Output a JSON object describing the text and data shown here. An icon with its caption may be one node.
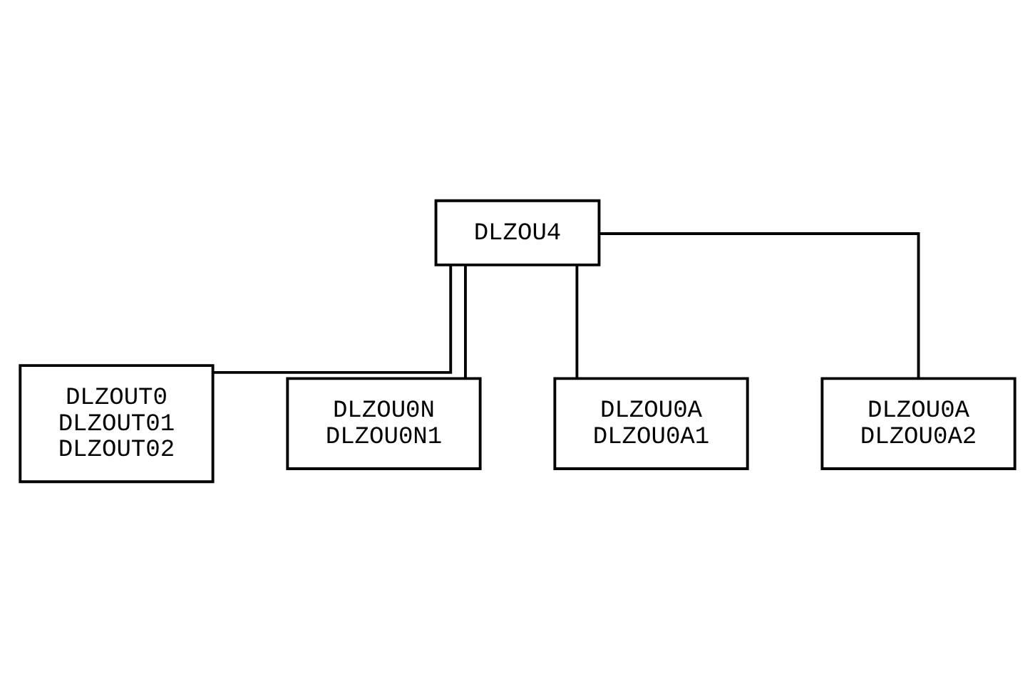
{
  "diagram": {
    "nodes": [
      {
        "text": [
          "DLZOU4"
        ]
      },
      {
        "text": [
          "DLZOUT0",
          "DLZOUT01",
          "DLZOUT02"
        ]
      },
      {
        "text": [
          "DLZOU0N",
          "DLZOU0N1"
        ]
      },
      {
        "text": [
          "DLZOU0A",
          "DLZOU0A1"
        ]
      },
      {
        "text": [
          "DLZOU0A",
          "DLZOU0A2"
        ]
      }
    ],
    "edges": [
      {
        "from": 0,
        "to": 1,
        "arrow": "none"
      },
      {
        "from": 0,
        "to": 2,
        "arrow": "none"
      },
      {
        "from": 0,
        "to": 3,
        "arrow": "none"
      },
      {
        "from": 0,
        "to": 4,
        "arrow": "none"
      }
    ]
  }
}
